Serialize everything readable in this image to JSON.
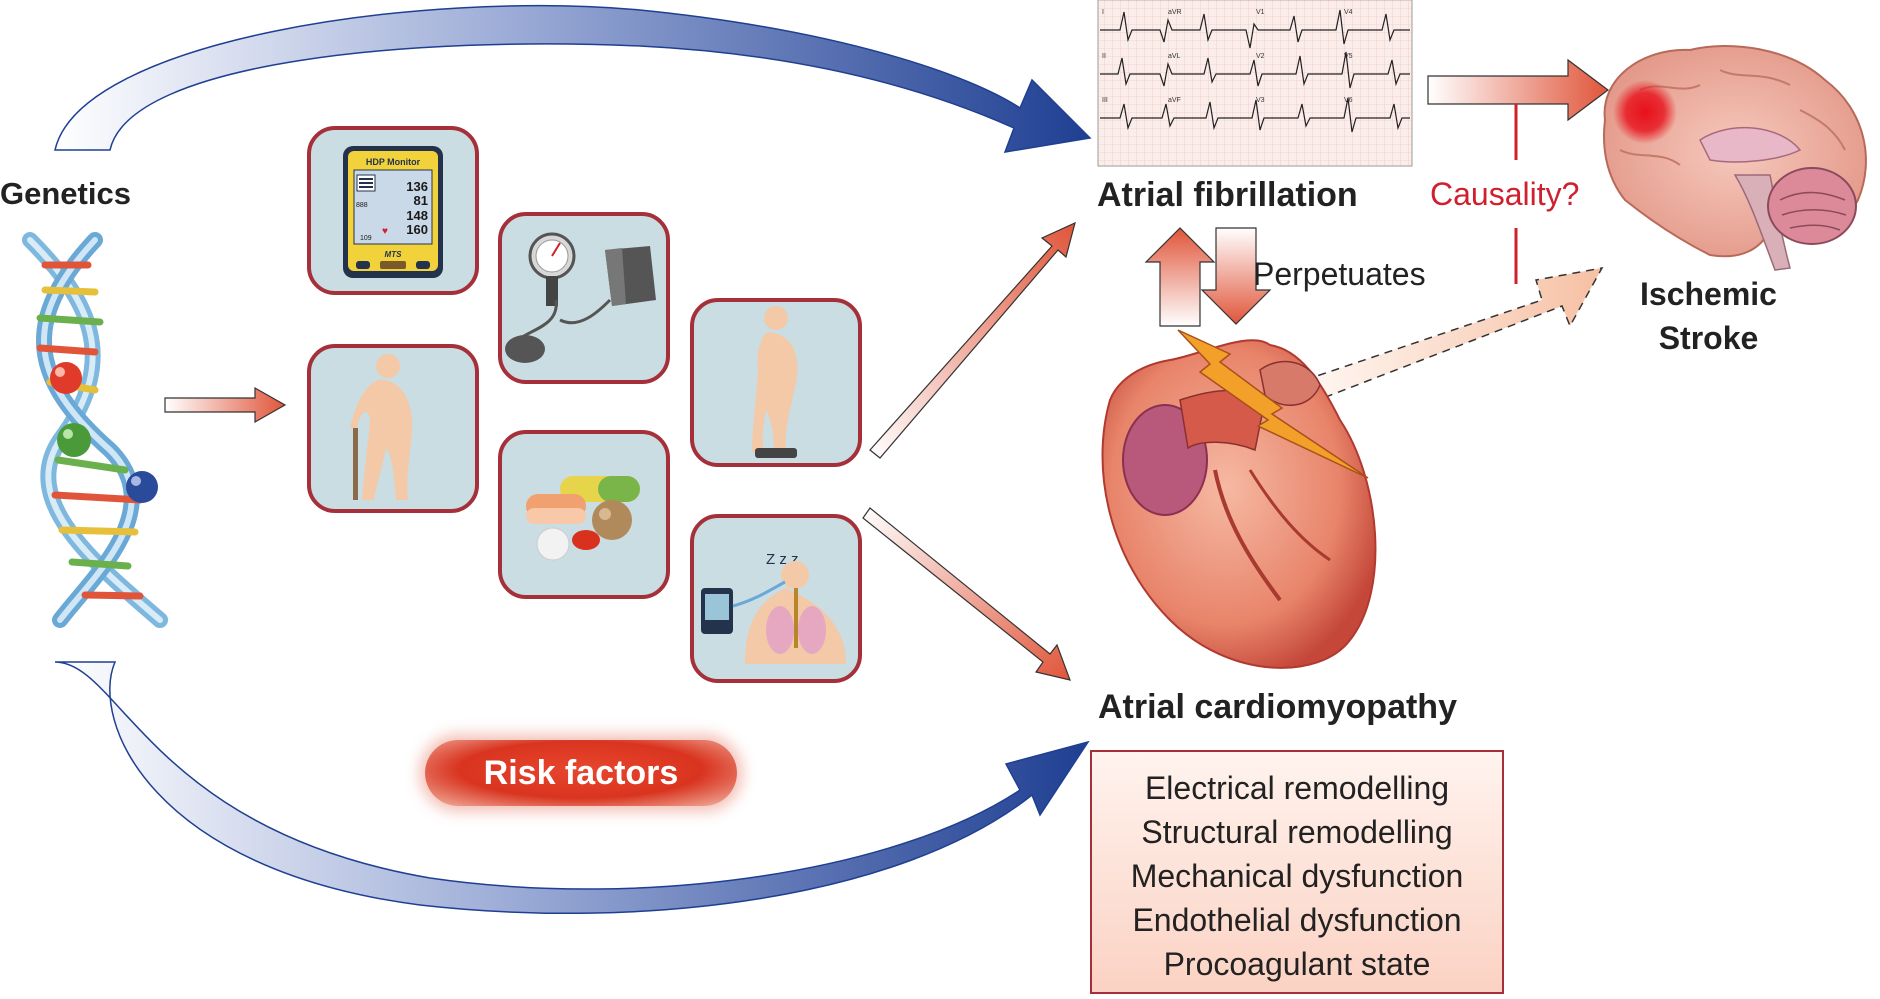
{
  "labels": {
    "genetics": "Genetics",
    "atrial_fibrillation": "Atrial fibrillation",
    "atrial_cardiomyopathy": "Atrial cardiomyopathy",
    "perpetuates": "Perpetuates",
    "causality": "Causality?",
    "ischemic_stroke_line1": "Ischemic",
    "ischemic_stroke_line2": "Stroke",
    "risk_factors": "Risk factors"
  },
  "cardiomyopathy_features": [
    "Electrical remodelling",
    "Structural remodelling",
    "Mechanical dysfunction",
    "Endothelial dysfunction",
    "Procoagulant state"
  ],
  "monitor": {
    "title": "HDP Monitor",
    "readings": [
      "136",
      "81",
      "148",
      "160"
    ],
    "small_values": [
      "888",
      "109"
    ],
    "brand": "MTS"
  },
  "ecg_leads": [
    "I",
    "aVR",
    "V1",
    "V4",
    "II",
    "aVL",
    "V2",
    "V5",
    "III",
    "aVF",
    "V3",
    "V6"
  ],
  "sleep_symbol": "Z z z",
  "colors": {
    "blue_arrow": "#1f3f92",
    "orange_arrow": "#e0553a",
    "card_border": "#a5303a",
    "card_fill": "#c9dde3",
    "causality": "#d0202e"
  }
}
